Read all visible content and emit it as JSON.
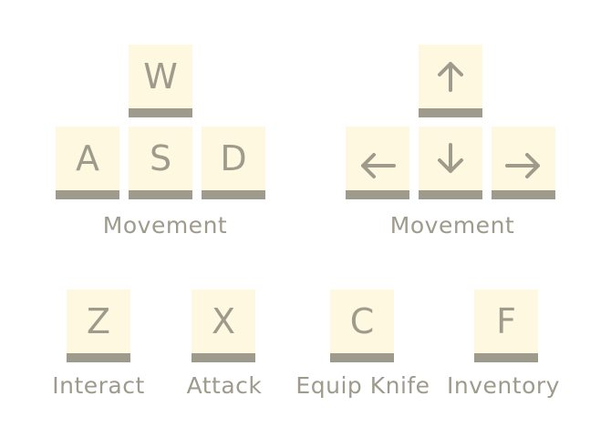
{
  "colors": {
    "key_face": "#fff8e1",
    "key_shadow": "#9e9a8c",
    "text": "#9e9a8c",
    "background": "#ffffff"
  },
  "wasd": {
    "keys": {
      "w": "W",
      "a": "A",
      "s": "S",
      "d": "D"
    },
    "label": "Movement"
  },
  "arrows": {
    "icons": {
      "up": "arrow-up-icon",
      "left": "arrow-left-icon",
      "down": "arrow-down-icon",
      "right": "arrow-right-icon"
    },
    "label": "Movement"
  },
  "actions": [
    {
      "key": "Z",
      "label": "Interact"
    },
    {
      "key": "X",
      "label": "Attack"
    },
    {
      "key": "C",
      "label": "Equip Knife"
    },
    {
      "key": "F",
      "label": "Inventory"
    }
  ]
}
